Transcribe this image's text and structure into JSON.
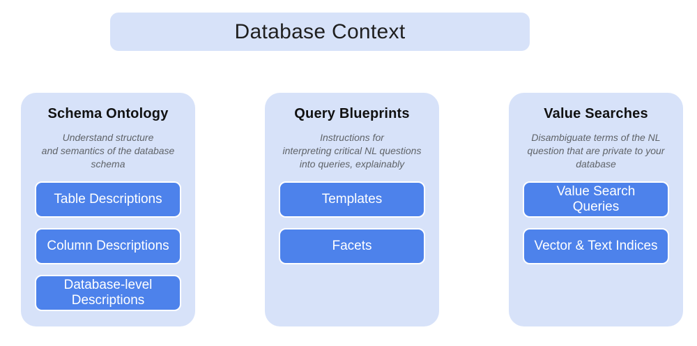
{
  "title": "Database Context",
  "colors": {
    "card_bg": "#d7e2f9",
    "button_bg": "#4d82eb",
    "title_text": "#1f1f1f",
    "description_text": "#5f6368",
    "button_text": "#ffffff"
  },
  "cards": [
    {
      "title": "Schema Ontology",
      "description": "Understand structure\nand semantics of the database\nschema",
      "buttons": [
        "Table Descriptions",
        "Column Descriptions",
        "Database-level\nDescriptions"
      ]
    },
    {
      "title": "Query Blueprints",
      "description": "Instructions for\ninterpreting critical NL questions\ninto queries, explainably",
      "buttons": [
        "Templates",
        "Facets"
      ]
    },
    {
      "title": "Value Searches",
      "description": "Disambiguate terms of the NL\nquestion that are private to your\ndatabase",
      "buttons": [
        "Value Search\nQueries",
        "Vector & Text Indices"
      ]
    }
  ]
}
